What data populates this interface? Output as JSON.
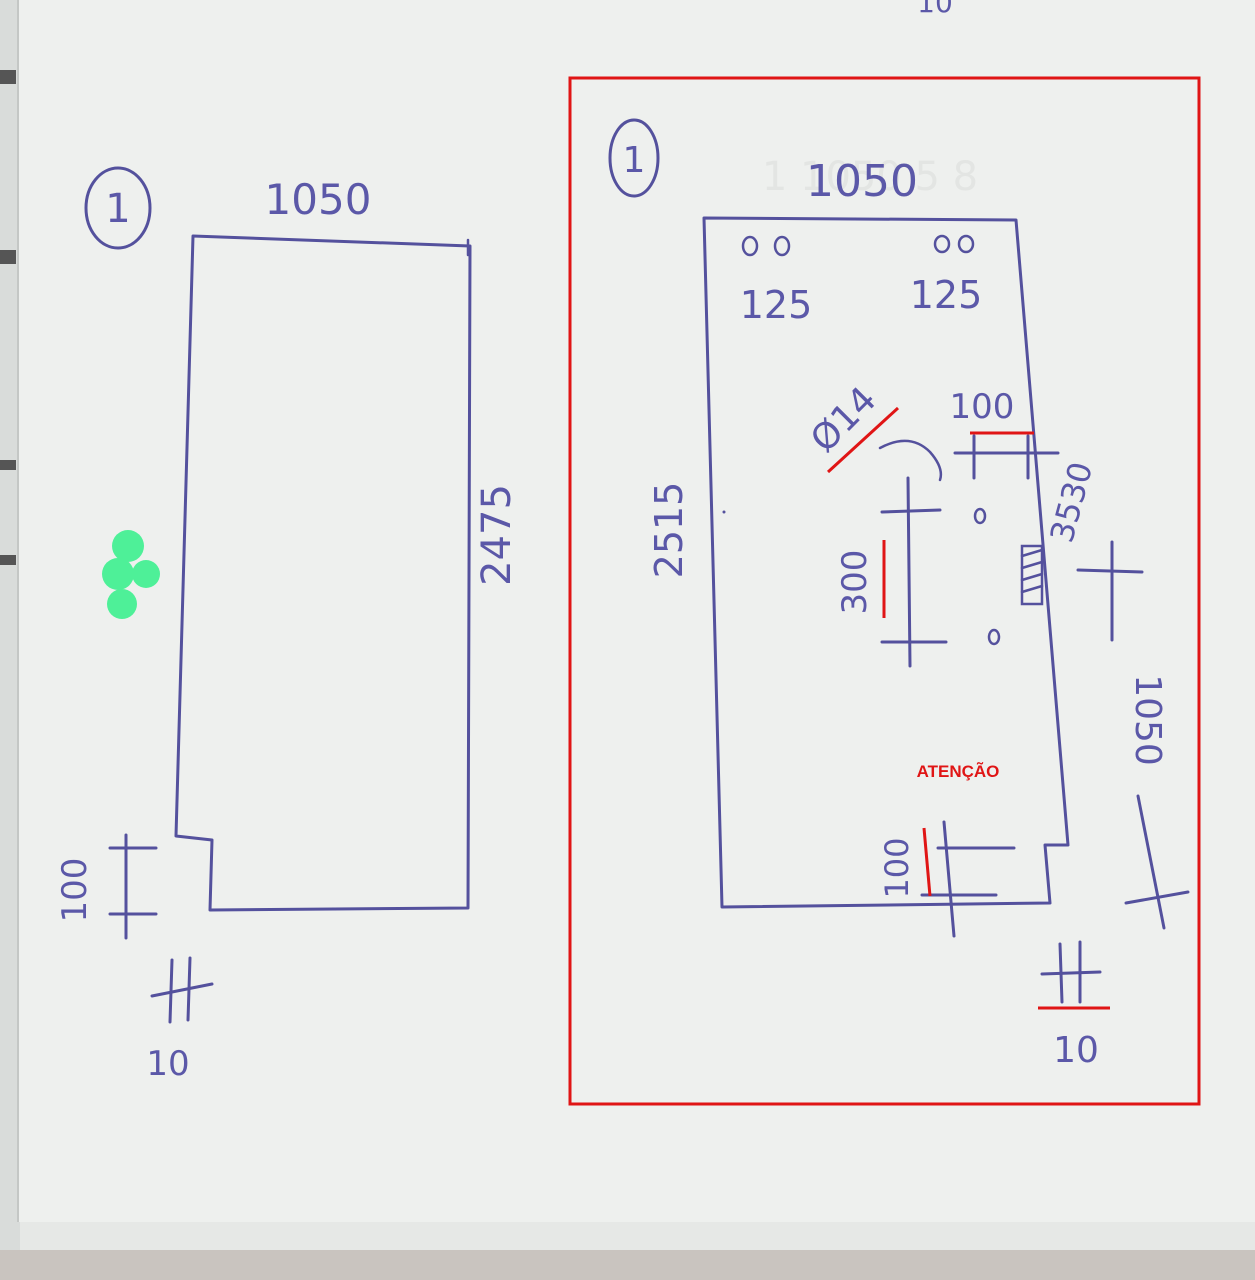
{
  "left_sheet": {
    "part_number": "1",
    "width_label": "1050",
    "height_label": "2475",
    "notch_height_label": "100",
    "notch_width_label": "10"
  },
  "right_sheet": {
    "part_number": "1",
    "width_label": "1050",
    "hole_label_left": "125",
    "hole_label_right": "125",
    "diameter_label": "Ø14",
    "offset_label": "100",
    "height_label": "2515",
    "slot_label": "300",
    "top_offset_label": "3530",
    "lower_offset_label": "1050",
    "notch_height_label": "100",
    "notch_width_label": "10",
    "warning_label": "ATENÇÃO"
  },
  "colors": {
    "paper": "#eef0ee",
    "ink": "#54519d",
    "highlight": "#e01515",
    "marker": "#4ef098"
  }
}
